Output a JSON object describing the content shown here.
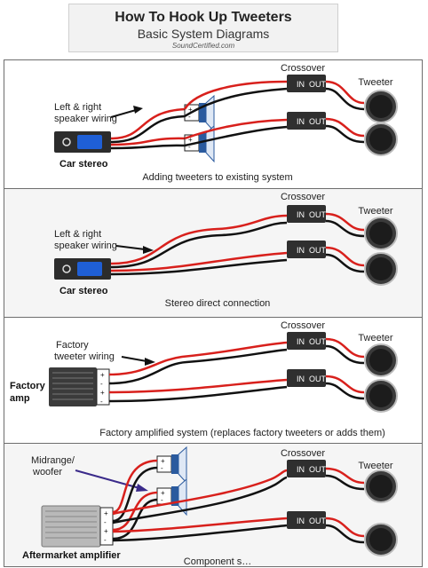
{
  "header": {
    "title": "How To Hook Up Tweeters",
    "subtitle": "Basic System Diagrams",
    "site": "SoundCertified.com"
  },
  "labels": {
    "crossover": "Crossover",
    "tweeter": "Tweeter",
    "in": "IN",
    "out": "OUT",
    "plus": "+",
    "minus": "-"
  },
  "panels": [
    {
      "caption": "Adding tweeters to existing system",
      "source_label": "Car stereo",
      "wiring_label_line1": "Left & right",
      "wiring_label_line2": "speaker wiring"
    },
    {
      "caption": "Stereo direct connection",
      "source_label": "Car stereo",
      "wiring_label_line1": "Left & right",
      "wiring_label_line2": "speaker wiring"
    },
    {
      "caption": "Factory amplified system (replaces factory tweeters or adds them)",
      "source_label_line1": "Factory",
      "source_label_line2": "amp",
      "wiring_label_line1": "Factory",
      "wiring_label_line2": "tweeter wiring"
    },
    {
      "caption": "Component s…",
      "source_label": "Aftermarket amplifier",
      "wiring_label_line1": "Midrange/",
      "wiring_label_line2": "woofer"
    }
  ],
  "colors": {
    "wire_red": "#d8201c",
    "wire_black": "#111111",
    "crossover_body": "#2f2f2f",
    "speaker_blue": "#2a5a9e",
    "stereo_button": "#1f5fd6",
    "arrow_purple": "#3a2a8a"
  }
}
